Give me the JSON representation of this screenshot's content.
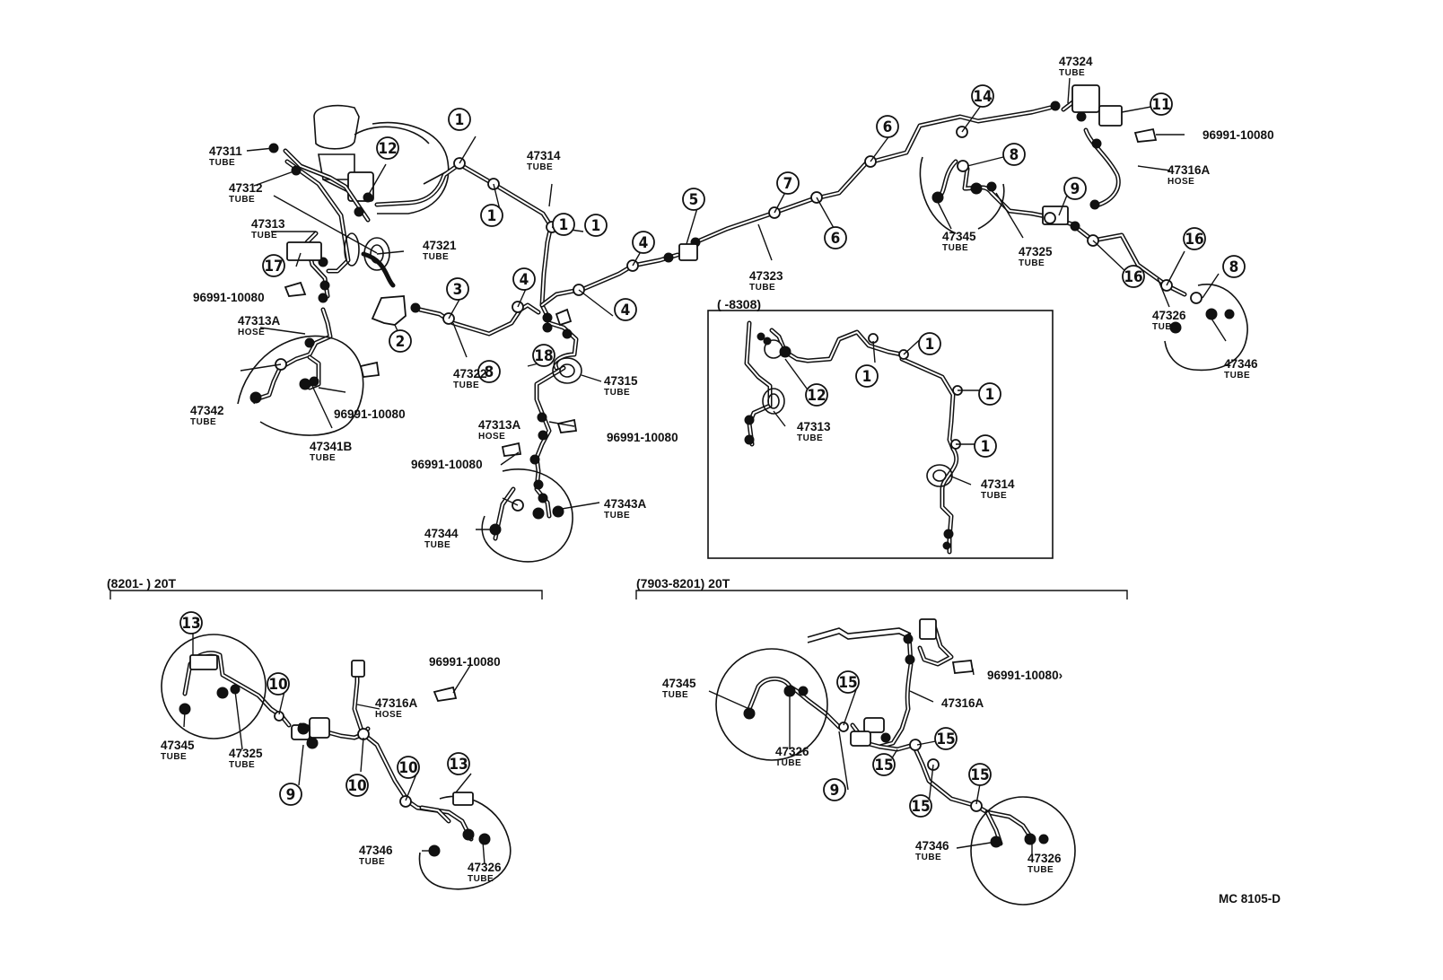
{
  "diagram": {
    "code": "MC 8105-D",
    "sections": {
      "inset": "(       -8308)",
      "lower_left": "(8201-        ) 20T",
      "lower_right": "(7903-8201) 20T"
    },
    "parts": [
      {
        "id": "p47311",
        "number": "47311",
        "type": "TUBE"
      },
      {
        "id": "p47312",
        "number": "47312",
        "type": "TUBE"
      },
      {
        "id": "p47313",
        "number": "47313",
        "type": "TUBE"
      },
      {
        "id": "p96991a",
        "number": "96991-10080",
        "type": ""
      },
      {
        "id": "p47313A",
        "number": "47313A",
        "type": "HOSE"
      },
      {
        "id": "p47342",
        "number": "47342",
        "type": "TUBE"
      },
      {
        "id": "p96991b",
        "number": "96991-10080",
        "type": ""
      },
      {
        "id": "p47341B",
        "number": "47341B",
        "type": "TUBE"
      },
      {
        "id": "p47321",
        "number": "47321",
        "type": "TUBE"
      },
      {
        "id": "p47314",
        "number": "47314",
        "type": "TUBE"
      },
      {
        "id": "p47322",
        "number": "47322",
        "type": "TUBE"
      },
      {
        "id": "p47315",
        "number": "47315",
        "type": "TUBE"
      },
      {
        "id": "p47313A2",
        "number": "47313A",
        "type": "HOSE"
      },
      {
        "id": "p96991c",
        "number": "96991-10080",
        "type": ""
      },
      {
        "id": "p96991d",
        "number": "96991-10080",
        "type": ""
      },
      {
        "id": "p47343A",
        "number": "47343A",
        "type": "TUBE"
      },
      {
        "id": "p47344",
        "number": "47344",
        "type": "TUBE"
      },
      {
        "id": "p47323",
        "number": "47323",
        "type": "TUBE"
      },
      {
        "id": "p47324",
        "number": "47324",
        "type": "TUBE"
      },
      {
        "id": "p96991e",
        "number": "96991-10080",
        "type": ""
      },
      {
        "id": "p47316A",
        "number": "47316A",
        "type": "HOSE"
      },
      {
        "id": "p47345",
        "number": "47345",
        "type": "TUBE"
      },
      {
        "id": "p47325",
        "number": "47325",
        "type": "TUBE"
      },
      {
        "id": "p47326",
        "number": "47326",
        "type": "TUBE"
      },
      {
        "id": "p47346",
        "number": "47346",
        "type": "TUBE"
      },
      {
        "id": "i47313",
        "number": "47313",
        "type": "TUBE"
      },
      {
        "id": "i47314",
        "number": "47314",
        "type": "TUBE"
      },
      {
        "id": "l96991",
        "number": "96991-10080",
        "type": ""
      },
      {
        "id": "l47316A",
        "number": "47316A",
        "type": "HOSE"
      },
      {
        "id": "l47345",
        "number": "47345",
        "type": "TUBE"
      },
      {
        "id": "l47325",
        "number": "47325",
        "type": "TUBE"
      },
      {
        "id": "l47346",
        "number": "47346",
        "type": "TUBE"
      },
      {
        "id": "l47326",
        "number": "47326",
        "type": "TUBE"
      },
      {
        "id": "r47345",
        "number": "47345",
        "type": "TUBE"
      },
      {
        "id": "r96991",
        "number": "96991-10080›",
        "type": ""
      },
      {
        "id": "r47316A",
        "number": "47316A",
        "type": ""
      },
      {
        "id": "r47326",
        "number": "47326",
        "type": "TUBE"
      },
      {
        "id": "r47346",
        "number": "47346",
        "type": "TUBE"
      },
      {
        "id": "r47326b",
        "number": "47326",
        "type": "TUBE"
      }
    ],
    "callouts": [
      "1",
      "1",
      "1",
      "1",
      "2",
      "3",
      "4",
      "4",
      "4",
      "5",
      "6",
      "6",
      "7",
      "8",
      "9",
      "11",
      "12",
      "14",
      "17",
      "18",
      "8",
      "16",
      "16",
      "8",
      "1",
      "1",
      "1",
      "1",
      "12",
      "13",
      "10",
      "10",
      "10",
      "13",
      "9",
      "15",
      "15",
      "15",
      "15",
      "15",
      "9"
    ]
  }
}
